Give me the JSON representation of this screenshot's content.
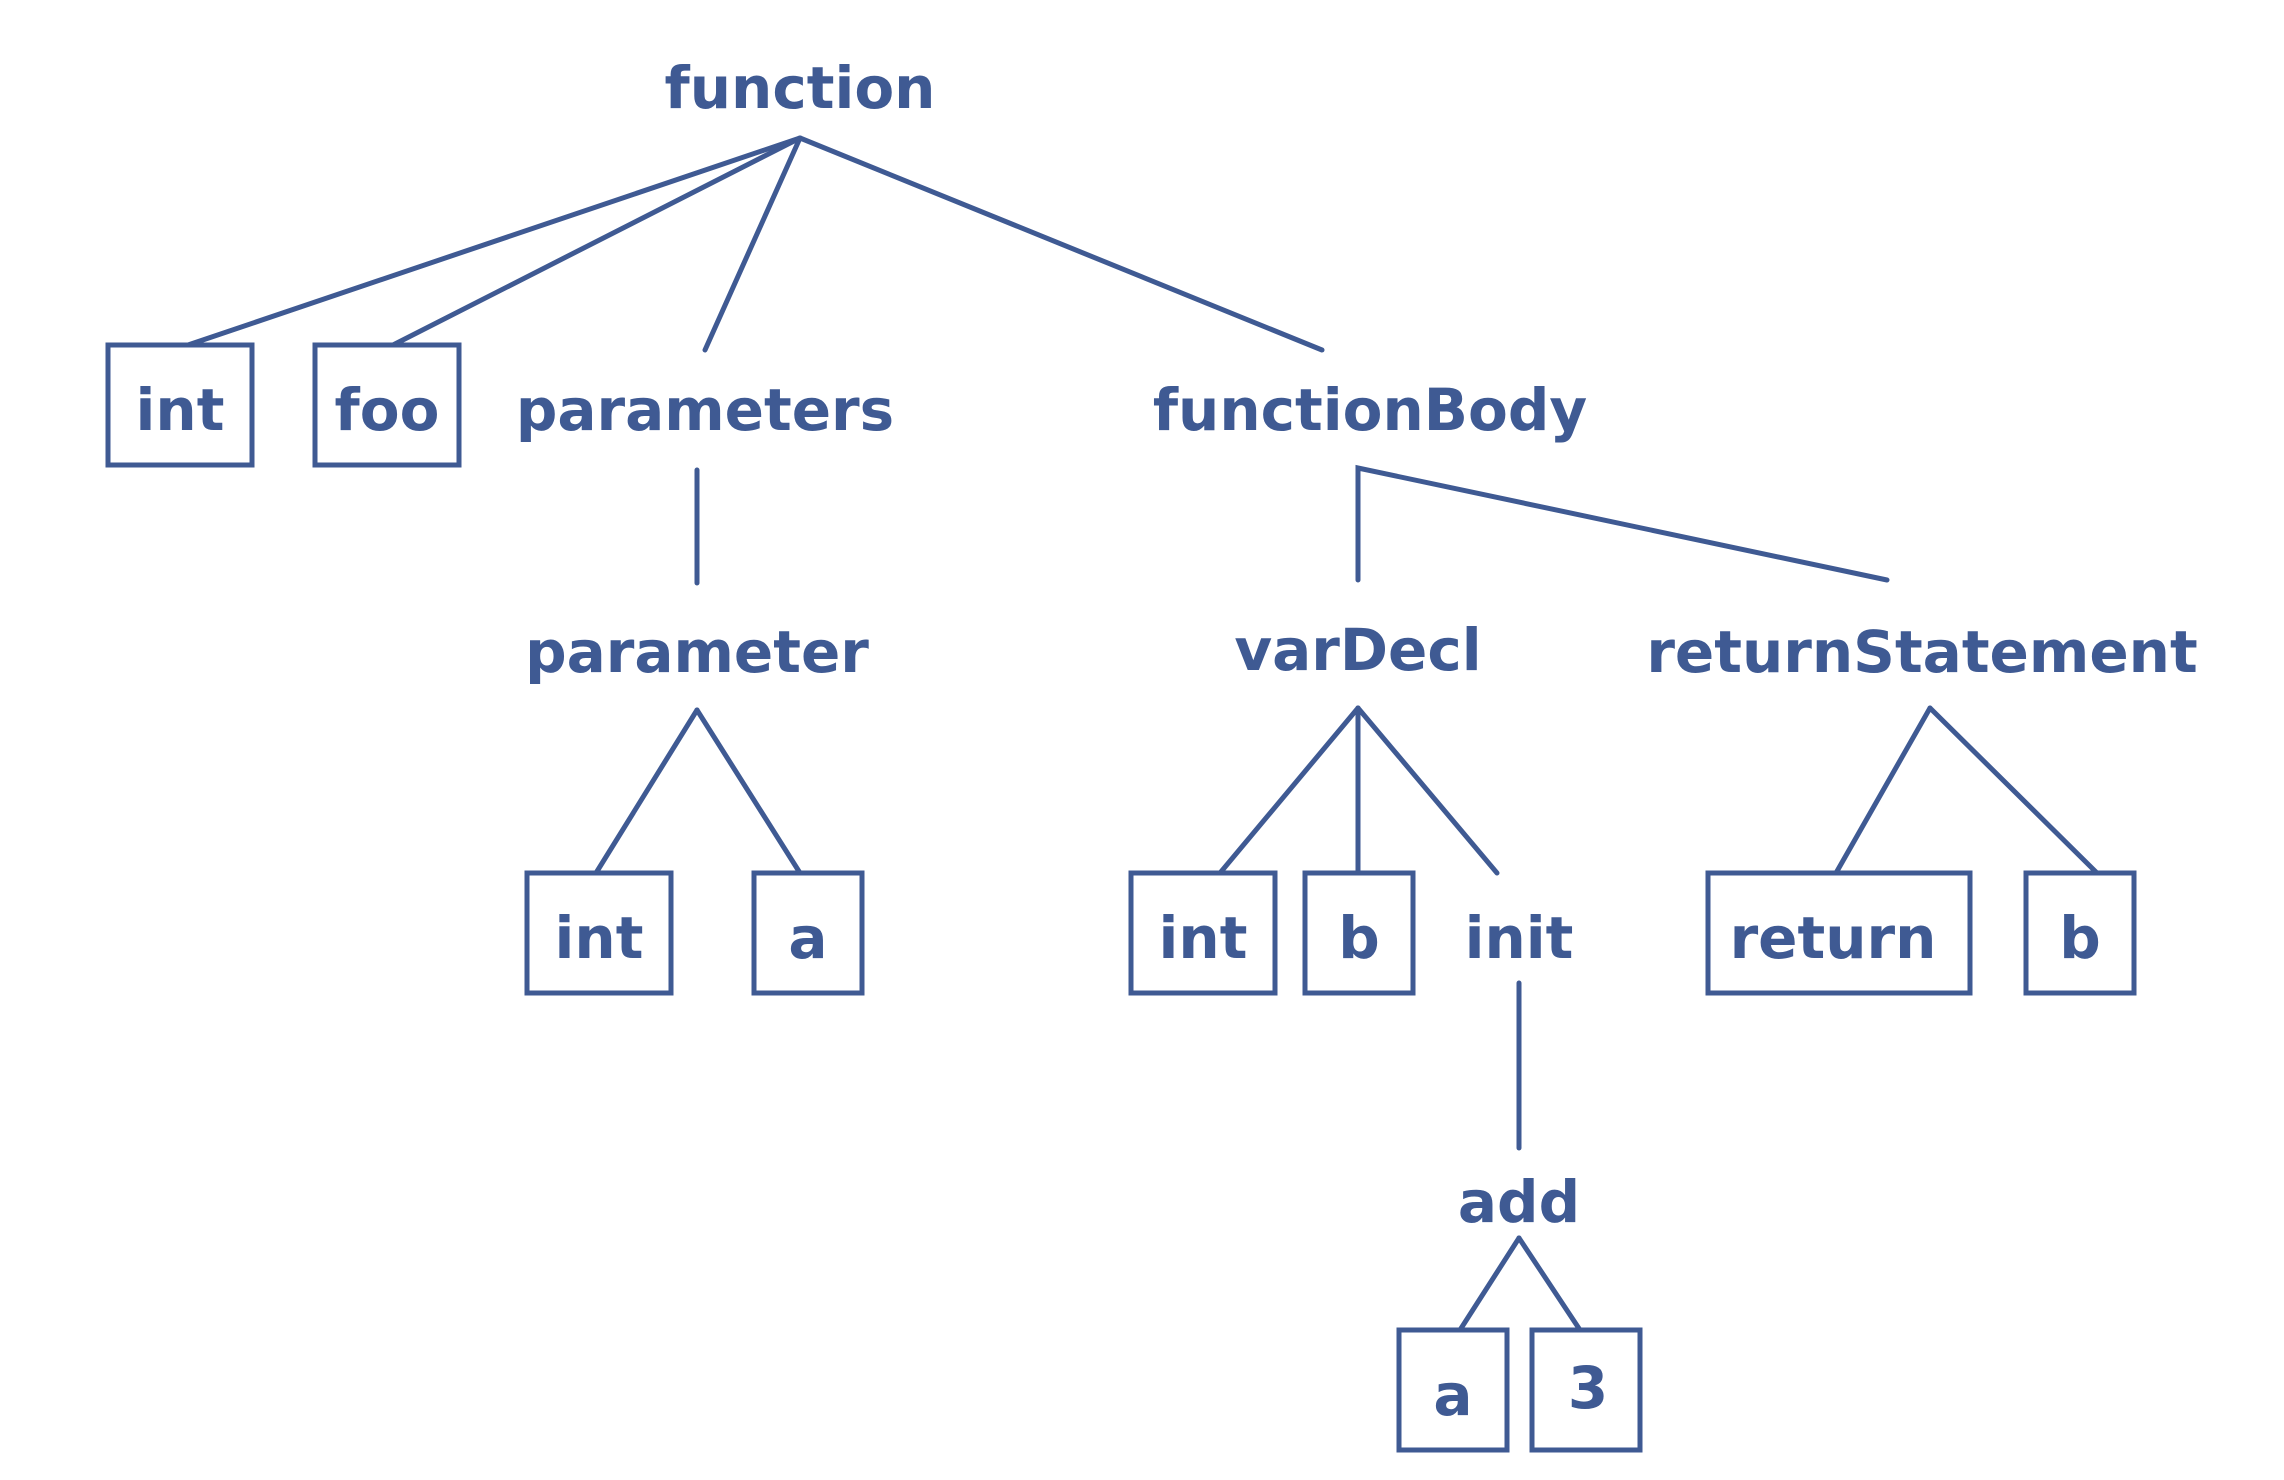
{
  "diagram": {
    "accent_color": "#3f5a93",
    "nodes": {
      "function": "function",
      "int_return_type": "int",
      "foo": "foo",
      "parameters": "parameters",
      "functionBody": "functionBody",
      "parameter": "parameter",
      "param_int": "int",
      "param_a": "a",
      "varDecl": "varDecl",
      "returnStatement": "returnStatement",
      "var_int": "int",
      "var_b": "b",
      "init": "init",
      "return_kw": "return",
      "return_b": "b",
      "add": "add",
      "add_a": "a",
      "add_3": "3"
    }
  }
}
